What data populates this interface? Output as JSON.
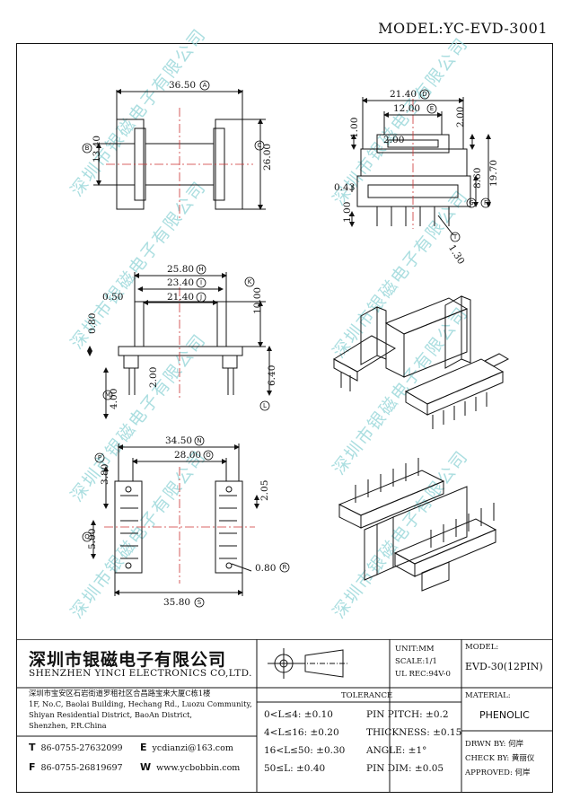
{
  "model_title": "MODEL:YC-EVD-3001",
  "watermark": "深圳市银磁电子有限公司",
  "dims": {
    "top_view": {
      "width": "36.50",
      "height_left": "13.40",
      "height_right": "26.00",
      "ref_A": "A",
      "ref_B": "B",
      "ref_C": "C"
    },
    "front_view": {
      "w1": "21.40",
      "w2": "12.00",
      "t1": "2.00",
      "t2": "1.00",
      "t3": "2.00",
      "t4": "0.43",
      "t5": "1.00",
      "h1": "8.60",
      "h2": "19.70",
      "pin": "1.30",
      "ref_D": "D",
      "ref_E": "E",
      "ref_F": "F",
      "ref_G": "G",
      "ref_T": "T"
    },
    "side_view": {
      "w1": "25.80",
      "w2": "23.40",
      "w3": "21.40",
      "t1": "0.50",
      "t2": "0.80",
      "h1": "10.00",
      "h2": "2.00",
      "h3": "4.00",
      "h4": "6.40",
      "ref_H": "H",
      "ref_I": "I",
      "ref_J": "J",
      "ref_K": "K",
      "ref_L": "L",
      "ref_M": "M"
    },
    "bottom_view": {
      "w1": "34.50",
      "w2": "28.00",
      "w3": "35.80",
      "p1": "3.80",
      "p2": "5.00",
      "p3": "2.05",
      "hole": "0.80",
      "ref_N": "N",
      "ref_O": "O",
      "ref_P": "P",
      "ref_Q": "Q",
      "ref_R": "R",
      "ref_S": "S"
    }
  },
  "title_block": {
    "company_cn": "深圳市银磁电子有限公司",
    "company_en": "SHENZHEN YINCI ELECTRONICS CO,LTD.",
    "address_cn": "深圳市宝安区石岩街道罗租社区合昌路宝来大厦C栋1楼",
    "address_en_1": "1F, No.C, Baolai Building, Hechang Rd., Luozu Community,",
    "address_en_2": "Shiyan Residential District, BaoAn District,",
    "address_en_3": "Shenzhen, P.R.China",
    "tel_label": "T",
    "tel": "86-0755-27632099",
    "fax_label": "F",
    "fax": "86-0755-26819697",
    "email_label": "E",
    "email": "ycdianzi@163.com",
    "web_label": "W",
    "web": "www.ycbobbin.com",
    "unit": "UNIT:MM",
    "scale": "SCALE:1/1",
    "ul_rec": "UL REC:94V-0",
    "model_label": "MODEL:",
    "model_value": "EVD-30(12PIN)",
    "material_label": "MATERIAL:",
    "material_value": "PHENOLIC",
    "tolerance_label": "TOLERANCE",
    "tol_1": "0<L≤4: ±0.10",
    "tol_2": "4<L≤16: ±0.20",
    "tol_3": "16<L≤50: ±0.30",
    "tol_4": "50≤L: ±0.40",
    "pin_pitch": "PIN PITCH: ±0.2",
    "thickness": "THICKNESS: ±0.15",
    "angle": "ANGLE: ±1°",
    "pin_dim": "PIN DIM: ±0.05",
    "drawn_by": "DRWN BY: 何岸",
    "check_by": "CHECK BY: 黄丽仪",
    "approved": "APPROVED: 何岸"
  }
}
